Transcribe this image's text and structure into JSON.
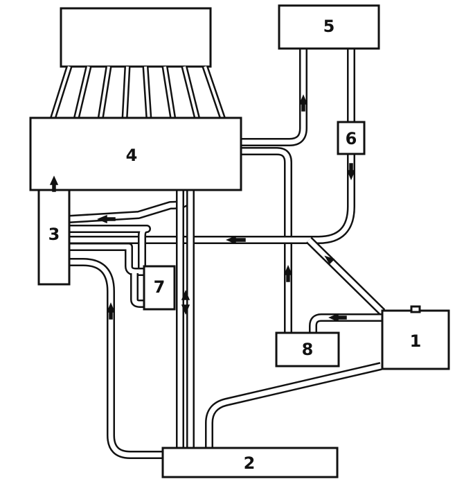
{
  "labels": {
    "box1": "1",
    "box2": "2",
    "box3": "3",
    "box4": "4",
    "box5": "5",
    "box6": "6",
    "box7": "7",
    "box8": "8"
  },
  "colors": {
    "line": "#111111",
    "background": "#ffffff"
  }
}
